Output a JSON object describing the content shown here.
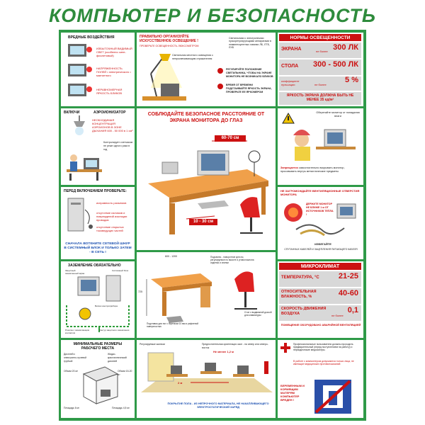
{
  "title": "КОМПЬЮТЕР И БЕЗОПАСНОСТЬ",
  "colors": {
    "frame_green": "#2f9a48",
    "title_green": "#2e8b3c",
    "accent_red": "#cc1111",
    "row_grey": "#d8d8d8"
  },
  "harmful": {
    "heading": "ВРЕДНЫЕ ВОЗДЕЙСТВИЯ",
    "items": [
      "ИЗБЫТОЧНЫЙ ВИДИМЫЙ СВЕТ (особенно сине-фиолетовый)",
      "НАПРЯЖЕННОСТЬ ПОЛЕЙ • электрического • магнитного",
      "НЕРАВНОМЕРНАЯ ЯРКОСТЬ БЛИКОВ"
    ]
  },
  "lighting": {
    "heading": "ПРАВИЛЬНО ОРГАНИЗУЙТЕ ИСКУССТВЕННОЕ ОСВЕЩЕНИЕ !",
    "check": "ПРОВЕРЬТЕ ОСВЕЩЕННОСТЬ ЛЮКСОМЕТРОМ",
    "lamps": "Светильники с электронными пускорегулирующими аппаратами в люминесцентных лампах ЛБ, ЛТБ, ЛХБ",
    "local": "Светильник местного освещения с непросвечивающим отражателем",
    "adjust": "РЕГУЛИРУЙТЕ ПОЛОЖЕНИЕ СВЕТИЛЬНИКА, ЧТОБЫ НА ЭКРАНЕ МОНИТОРА НЕ ВОЗНИКАЛО БЛИКОВ",
    "time": "ВРЕМЯ ОТ ВРЕМЕНИ ПОДСТАИВАЙТЕ ЯРКОСТЬ ЭКРАНА, ПРОВЕРЬТЕ ЕЕ ЯРКОМЕРОМ"
  },
  "norms": {
    "heading": "НОРМЫ ОСВЕЩЕННОСТИ",
    "screen_label": "ЭКРАНА",
    "screen_prefix": "не более",
    "screen_value": "300 ЛК",
    "table_label": "СТОЛА",
    "table_value": "300 - 500 ЛК",
    "pulse_label": "коэффициент пульсации",
    "pulse_prefix": "не более",
    "pulse_value": "5 %",
    "bright_text": "ЯРКОСТЬ ЭКРАНА ДОЛЖНА БЫТЬ НЕ МЕНЕЕ 35 кд/м²"
  },
  "ionizer": {
    "on_label": "ВКЛЮЧИ",
    "ion_label": "АЭРОИОНИЗАТОР",
    "text1": "НЕОБХОДИМАЯ КОНЦЕНТРАЦИЯ АЭРОИОНОВ В ЗОНЕ ДЫХАНИЯ 600 - 50 000 в 1 см³",
    "text2": "Контролирует счетчиком не реже одного раза в год"
  },
  "distance": {
    "heading": "СОБЛЮДАЙТЕ БЕЗОПАСНОЕ РАССТОЯНИЕ ОТ ЭКРАНА МОНИТОРА ДО ГЛАЗ",
    "eye_dist": "60-70 см",
    "keyboard_dist": "10 - 30 см"
  },
  "moisture": {
    "caption": "Оберегайте монитор от попадания влаги",
    "warn_head": "Запрещается",
    "warn_text": "самостоятельно вскрывать монитор, просовывать внутрь металлические предметы"
  },
  "before": {
    "heading": "ПЕРЕД ВКЛЮЧЕНИЕМ ПРОВЕРЬТЕ:",
    "items": [
      "исправность разъемов",
      "отсутствие изломов и повреждений изоляции проводов",
      "отсутствие открытых токоведущих частей"
    ],
    "footer": "СНАЧАЛА ВОТКНИТЕ СЕТЕВОЙ ШНУР В СИСТЕМНЫЙ БЛОК И ТОЛЬКО ЗАТЕМ - В СЕТЬ !"
  },
  "vents": {
    "heading": "НЕ ЗАГРОМОЖДАЙТЕ ВЕНТИЛЯЦИОННЫЕ ОТВЕРСТИЯ МОНИТОРА",
    "hold": "ДЕРЖИТЕ МОНИТОР НЕ БЛИЖЕ 1 м ОТ ИСТОЧНИКОВ ТЕПЛА !",
    "avoid": "ИЗБЕГАЙТЕ",
    "tangle": "СПУТАННЫХ КАБЕЛЕЙ И ЗАЦЕПЛЕНИЯ ПИТАЮЩЕГО КАБЕЛЯ"
  },
  "furniture": {
    "dims": "600 - 1200",
    "height": "725",
    "chair_note": "Подъемно - поворотное кресло, регулируемое по высоте и углам наклона сиденья и спинки",
    "stand": "Подставка для ног с бортиком 10 мм и рифленой поверхностью",
    "arm": "Стол с выдвижной доской для клавиатуры"
  },
  "grounding": {
    "heading": "ЗАЗЕМЛЕНИЕ ОБЯЗАТЕЛЬНО",
    "labels": [
      "Защитный заземленный экран",
      "Системный блок",
      "Вилка электроприбора",
      "Розетка с заземляющим контактом",
      "Контур защитного заземления"
    ]
  },
  "microclimate": {
    "heading": "МИКРОКЛИМАТ",
    "temp_label": "ТЕМПЕРАТУРА, °С",
    "temp_value": "21-25",
    "hum_label": "ОТНОСИТЕЛЬНАЯ ВЛАЖНОСТЬ, %",
    "hum_value": "40-60",
    "speed_label": "СКОРОСТЬ ДВИЖЕНИЯ ВОЗДУХА",
    "speed_prefix": "не более",
    "speed_value": "0,1",
    "note": "ПОМЕЩЕНИЕ ОБОРУДОВАНО АВАРИЙНОЙ ВЕНТИЛЯЦИЕЙ"
  },
  "workplace": {
    "heading": "МИНИМАЛЬНЫЕ РАЗМЕРЫ РАБОЧЕГО МЕСТА",
    "crt": "Дисплей с электронно-лучевой трубкой",
    "lcd": "Жидко-кристаллический дисплей",
    "vol1": "Объем 20 м³",
    "area1": "Площадь 6 м²",
    "vol2": "Объем 15-20 м³",
    "area2": "Площадь 4,5 м²"
  },
  "room": {
    "shades": "Регулируемые жалюзи",
    "orientation": "Предпочтительная ориентация окон - на север или северо-восток",
    "dist1": "Не менее 1,2 м",
    "dist2": "2 м",
    "floor": "ПОКРЫТИЕ ПОЛА - ИЗ НЕПРОЧНОГО МАТЕРИАЛА, НЕ НАКАПЛИВАЮЩЕГО ЭЛЕКТРОСТАТИЧЕСКИЙ ЗАРЯД"
  },
  "medical": {
    "text1": "Профессиональные пользователи должны проходить предварительный (перед поступлением на работу) и периодические медосмотры.",
    "text2": "В работе с компьютером допускаются только лица, не имеющие медицинских противопоказаний",
    "pregnant": "БЕРЕМЕННЫМ И КОРМЯЩИМ МАТЕРЯМ КОМПЬЮТЕР ВРЕДЕН !"
  }
}
